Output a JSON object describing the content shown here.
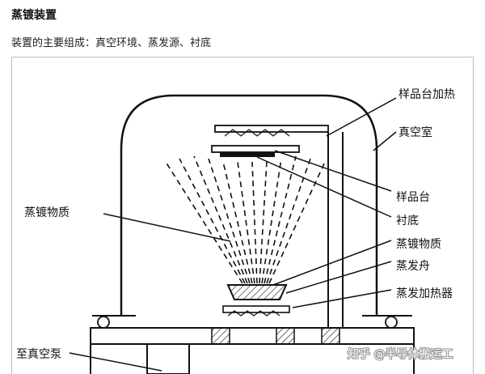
{
  "header": {
    "title": "蒸镀装置",
    "subtitle": "装置的主要组成：真空环境、蒸发源、衬底"
  },
  "diagram": {
    "labels": {
      "sample_heating": "样品台加热",
      "vacuum_chamber": "真空室",
      "sample_stage": "样品台",
      "substrate": "衬底",
      "evap_material_right": "蒸镀物质",
      "evap_boat": "蒸发舟",
      "evap_heater": "蒸发加热器",
      "evap_material_left": "蒸镀物质",
      "to_pump": "至真空泵"
    },
    "watermark": "知乎 @半导体搬运工"
  }
}
